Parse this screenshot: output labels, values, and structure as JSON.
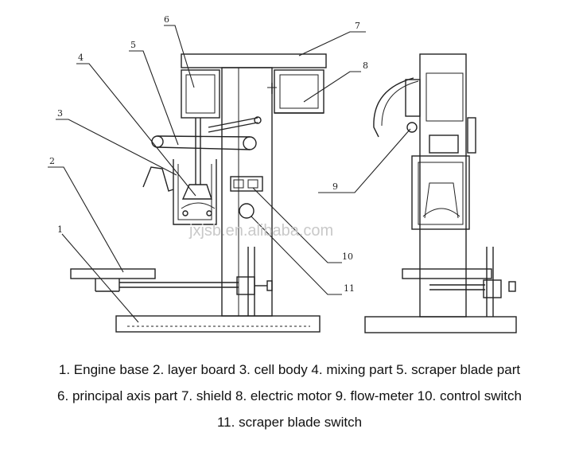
{
  "callouts": [
    "1",
    "2",
    "3",
    "4",
    "5",
    "6",
    "7",
    "8",
    "9",
    "10",
    "11"
  ],
  "watermark": "jxjsb.en.alibaba.com",
  "caption": [
    "1. Engine base 2. layer board  3. cell body  4. mixing part  5. scraper blade part",
    "6. principal axis part  7. shield  8. electric motor  9. flow-meter  10. control switch",
    "11.  scraper blade switch"
  ]
}
